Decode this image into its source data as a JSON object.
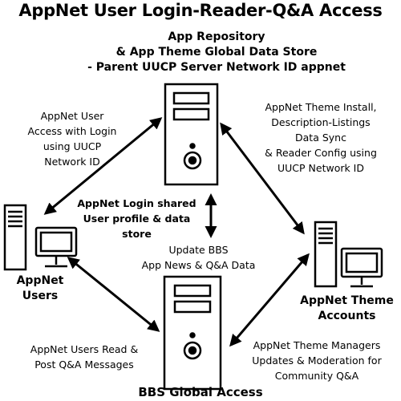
{
  "title": "AppNet User Login-Reader-Q&A Access",
  "top_node": {
    "lines": [
      "App Repository",
      "& App Theme Global Data Store",
      "- Parent UUCP Server Network ID appnet"
    ]
  },
  "users_node": {
    "lines": [
      "AppNet",
      "Users"
    ]
  },
  "theme_node": {
    "lines": [
      "AppNet Theme",
      "Accounts"
    ]
  },
  "bbs_node": {
    "label": "BBS Global Access"
  },
  "edge_labels": {
    "user_top": [
      "AppNet User",
      "Access with Login",
      "using UUCP",
      "Network ID"
    ],
    "theme_top": [
      "AppNet Theme Install,",
      "Description-Listings",
      "Data Sync",
      "& Reader Config using",
      "UUCP Network ID"
    ],
    "shared": [
      "AppNet Login shared",
      "User profile & data",
      "store"
    ],
    "bbs_update": [
      "Update BBS",
      "App News & Q&A Data"
    ],
    "user_bbs": [
      "AppNet Users Read &",
      "Post Q&A Messages"
    ],
    "theme_bbs": [
      "AppNet Theme Managers",
      "Updates & Moderation for",
      "Community Q&A"
    ]
  },
  "colors": {
    "ink": "#000000",
    "background": "#ffffff"
  },
  "icons": [
    "server-tower-icon",
    "desktop-computer-icon",
    "double-arrow-icon"
  ]
}
